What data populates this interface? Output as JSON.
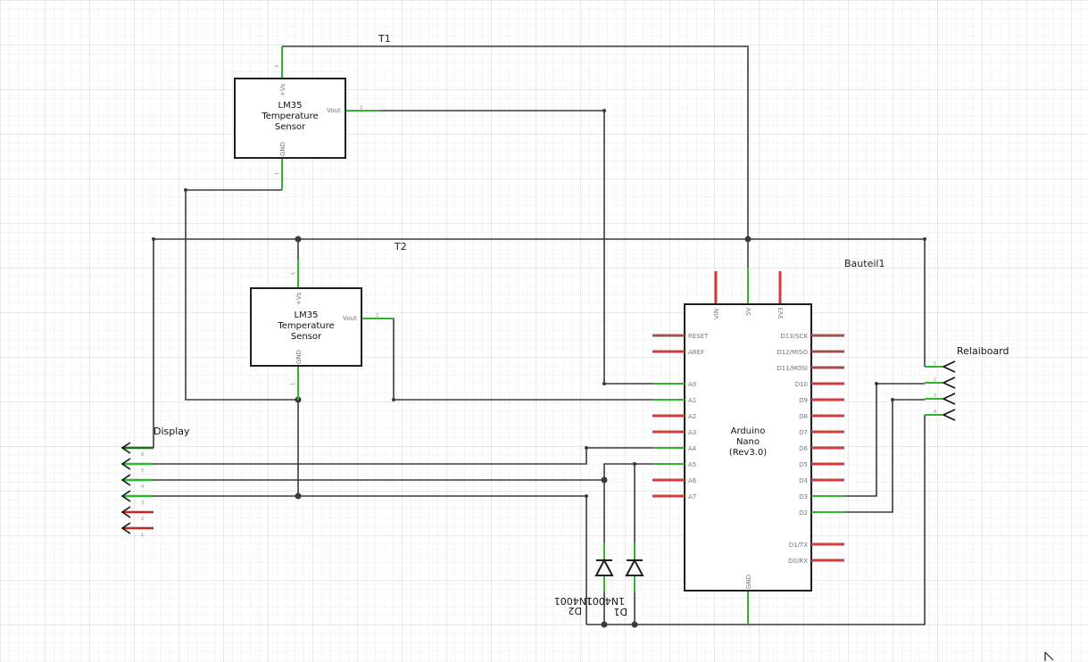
{
  "colors": {
    "grid_minor": "#e8e8e8",
    "grid_major": "#d4d4d4",
    "wire": "#3c3c3c",
    "pin_connected": "#2fb52f",
    "pin_unconnected": "#d23c3c",
    "pin_dim": "#a05050",
    "body": "#1e1e1e"
  },
  "nets": {
    "t1": "T1",
    "t2": "T2"
  },
  "sensor1": {
    "line1": "LM35",
    "line2": "Temperature",
    "line3": "Sensor",
    "pin_vs": "+Vs",
    "pin_vout": "Vout",
    "pin_gnd": "GND",
    "num_vs": "3",
    "num_vout": "2",
    "num_gnd": "1"
  },
  "sensor2": {
    "line1": "LM35",
    "line2": "Temperature",
    "line3": "Sensor",
    "pin_vs": "+Vs",
    "pin_vout": "Vout",
    "pin_gnd": "GND",
    "num_vs": "1",
    "num_vout": "2",
    "num_gnd": "1"
  },
  "arduino": {
    "part_label": "Bauteil1",
    "line1": "Arduino",
    "line2": "Nano",
    "line3": "(Rev3.0)",
    "top_pins": [
      "VIN",
      "5V",
      "3V3"
    ],
    "bottom_pin": "GND",
    "left_pins": [
      "RESET",
      "AREF",
      "A0",
      "A1",
      "A2",
      "A3",
      "A4",
      "A5",
      "A6",
      "A7"
    ],
    "right_pins": [
      "D13/SCK",
      "D12/MISO",
      "D11/MOSI",
      "D10",
      "D9",
      "D8",
      "D7",
      "D6",
      "D5",
      "D4",
      "D3",
      "D2",
      "D1/TX",
      "D0/RX"
    ]
  },
  "display": {
    "label": "Display",
    "pins": [
      "6",
      "5",
      "4",
      "3",
      "2",
      "1"
    ]
  },
  "relay": {
    "label": "Relaiboard",
    "pins": [
      "1",
      "2",
      "3",
      "4"
    ]
  },
  "diodes": {
    "d1": {
      "ref": "D1",
      "part": "1N4001"
    },
    "d2": {
      "ref": "D2",
      "part": "1N4001"
    }
  }
}
